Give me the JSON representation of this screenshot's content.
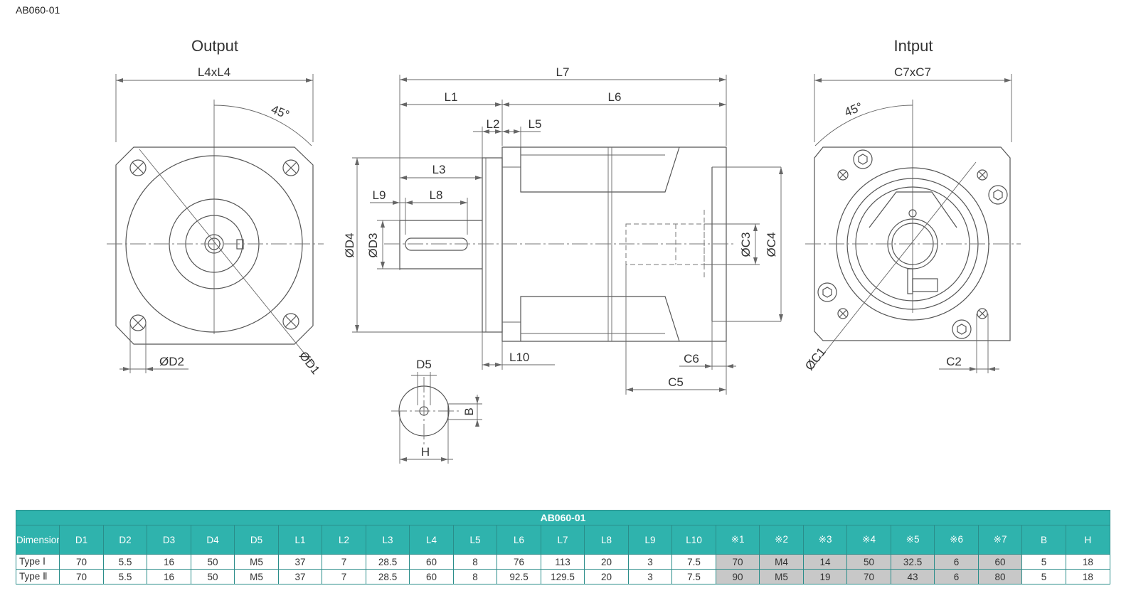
{
  "model_label": "AB060-01",
  "drawing": {
    "output_title": "Output",
    "input_title": "Intput",
    "labels": {
      "l4xl4": "L4xL4",
      "angle_out": "45°",
      "d1": "ØD1",
      "d2": "ØD2",
      "l7": "L7",
      "l1": "L1",
      "l6": "L6",
      "l2": "L2",
      "l5": "L5",
      "l3": "L3",
      "l9": "L9",
      "l8": "L8",
      "d4": "ØD4",
      "d3": "ØD3",
      "c3": "ØC3",
      "c4": "ØC4",
      "l10": "L10",
      "c6": "C6",
      "c5": "C5",
      "d5": "D5",
      "b": "B",
      "h": "H",
      "c7xc7": "C7xC7",
      "angle_in": "45°",
      "c1": "ØC1",
      "c2": "C2"
    }
  },
  "table": {
    "title": "AB060-01",
    "columns": [
      "Dimension",
      "D1",
      "D2",
      "D3",
      "D4",
      "D5",
      "L1",
      "L2",
      "L3",
      "L4",
      "L5",
      "L6",
      "L7",
      "L8",
      "L9",
      "L10",
      "※1",
      "※2",
      "※3",
      "※4",
      "※5",
      "※6",
      "※7",
      "B",
      "H"
    ],
    "shaded_columns": [
      16,
      17,
      18,
      19,
      20,
      21,
      22
    ],
    "rows": [
      [
        "Type Ⅰ",
        "70",
        "5.5",
        "16",
        "50",
        "M5",
        "37",
        "7",
        "28.5",
        "60",
        "8",
        "76",
        "113",
        "20",
        "3",
        "7.5",
        "70",
        "M4",
        "14",
        "50",
        "32.5",
        "6",
        "60",
        "5",
        "18"
      ],
      [
        "Type Ⅱ",
        "70",
        "5.5",
        "16",
        "50",
        "M5",
        "37",
        "7",
        "28.5",
        "60",
        "8",
        "92.5",
        "129.5",
        "20",
        "3",
        "7.5",
        "90",
        "M5",
        "19",
        "70",
        "43",
        "6",
        "80",
        "5",
        "18"
      ]
    ],
    "colors": {
      "header": "#2fb3ad",
      "border": "#2a8d8a",
      "shade": "#c8c8c8"
    }
  }
}
